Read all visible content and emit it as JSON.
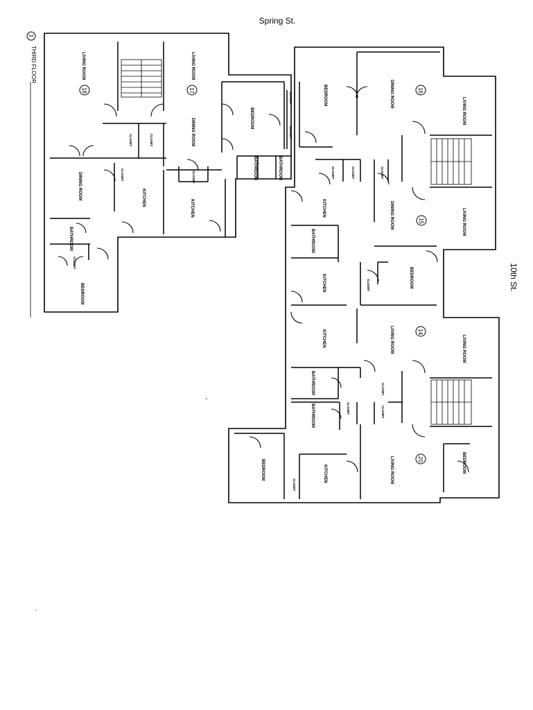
{
  "streets": {
    "north": "Spring St.",
    "east": "10th St."
  },
  "floor": {
    "number": "3",
    "label": "THIRD FLOOR"
  },
  "units": [
    "18",
    "17",
    "16",
    "15",
    "14",
    "20"
  ],
  "rooms": {
    "living": "LIVING ROOM",
    "dining": "DINING ROOM",
    "bedroom": "BEDROOM",
    "kitchen": "KITCHEN",
    "bathroom": "BATHROOM",
    "closet": "CLOSET"
  }
}
